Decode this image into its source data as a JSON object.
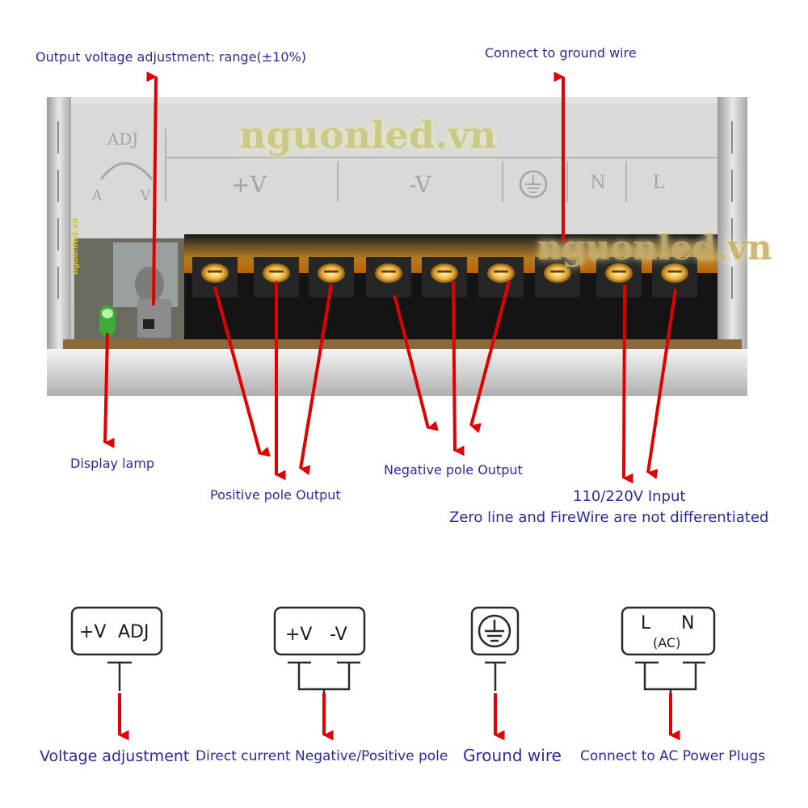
{
  "watermark": {
    "text": "nguonled.vn",
    "small_text": "nguonled.vn"
  },
  "panel": {
    "adj_label": "ADJ",
    "a_label": "A",
    "v_label": "V",
    "plus_v": "+V",
    "minus_v": "-V",
    "n_label": "N",
    "l_label": "L"
  },
  "callouts": {
    "output_adjust": "Output voltage adjustment: range(±10%)",
    "ground_top": "Connect to ground wire",
    "display_lamp": "Display lamp",
    "positive_output": "Positive pole Output",
    "negative_output": "Negative pole Output",
    "input": "110/220V Input",
    "input_note": "Zero line and  FireWire are not differentiated"
  },
  "legend": {
    "vadj_box": {
      "plus_v": "+V",
      "adj": "ADJ",
      "caption": "Voltage adjustment"
    },
    "dc_box": {
      "plus_v": "+V",
      "minus_v": "-V",
      "caption": "Direct current Negative/Positive pole"
    },
    "ground_box": {
      "caption": "Ground wire"
    },
    "ac_box": {
      "l": "L",
      "n": "N",
      "ac": "(AC)",
      "caption": "Connect to AC Power Plugs"
    }
  },
  "colors": {
    "label": "#2b2b9a",
    "arrow": "#e00000",
    "casing": "#d8d8d8",
    "terminal_block": "#151515",
    "glow_amber": "#e8900a"
  }
}
